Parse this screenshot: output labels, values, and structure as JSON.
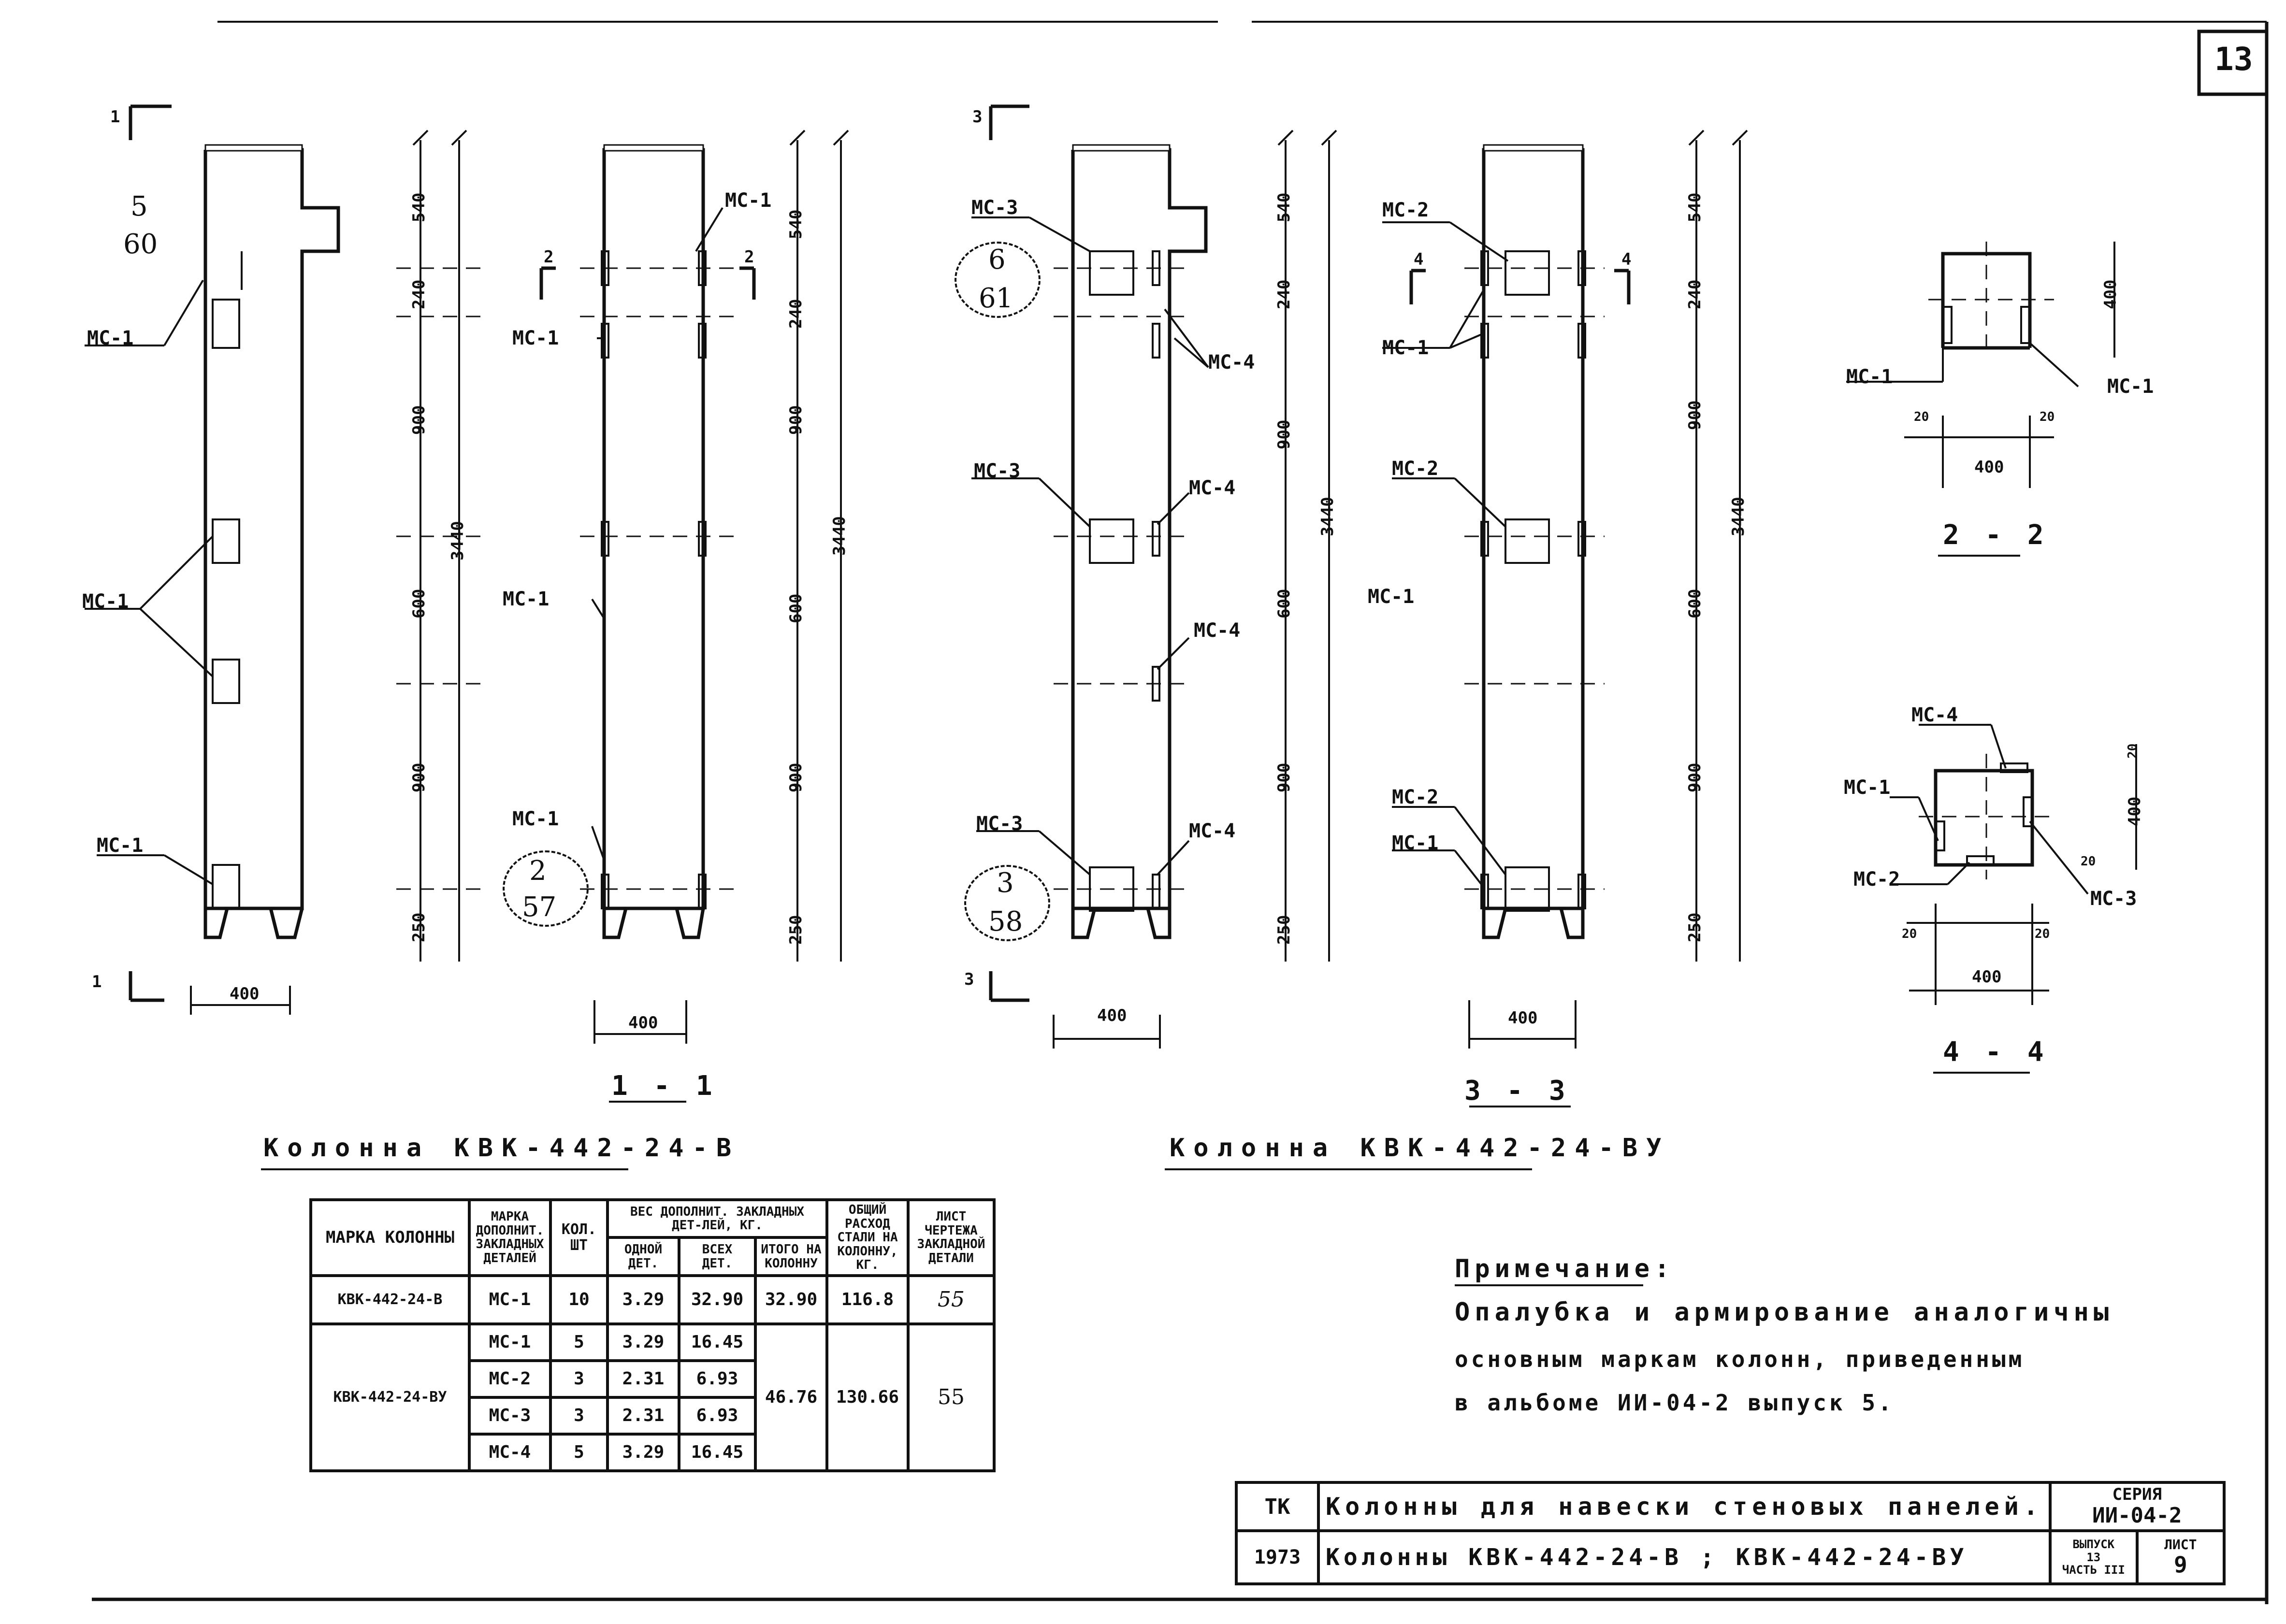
{
  "sheet_number": "13",
  "columns": {
    "left": {
      "title": "Колонна КВК-442-24-В",
      "section_main": "1 - 1",
      "section_mark_start": "1",
      "section_mark_end": "1",
      "node_ref_top_num": "5",
      "node_ref_top_den": "60",
      "node_ref_bottom_num": "2",
      "node_ref_bottom_den": "57",
      "section_arrow": "2",
      "labels": [
        "МС-1",
        "МС-1",
        "МС-1",
        "МС-1",
        "МС-1",
        "МС-1",
        "МС-1"
      ],
      "dims": [
        "540",
        "240",
        "900",
        "600",
        "900",
        "250",
        "3440",
        "400"
      ],
      "dims_section": [
        "540",
        "240",
        "900",
        "600",
        "900",
        "250",
        "3440",
        "400"
      ]
    },
    "right": {
      "title": "Колонна КВК-442-24-ВУ",
      "section_main": "3 - 3",
      "section_mark_start": "3",
      "section_mark_end": "3",
      "node_ref_top_num": "6",
      "node_ref_top_den": "61",
      "node_ref_bottom_num": "3",
      "node_ref_bottom_den": "58",
      "section_arrow": "4",
      "labels": [
        "МС-3",
        "МС-4",
        "МС-3",
        "МС-4",
        "МС-4",
        "МС-3",
        "МС-4",
        "МС-2",
        "МС-1",
        "МС-2",
        "МС-1",
        "МС-2",
        "МС-1"
      ],
      "dims": [
        "540",
        "240",
        "900",
        "600",
        "900",
        "250",
        "3440",
        "400"
      ]
    }
  },
  "section_2_2": {
    "title": "2 - 2",
    "labels": [
      "МС-1",
      "МС-1"
    ],
    "dims": [
      "400",
      "20",
      "20",
      "400"
    ]
  },
  "section_4_4": {
    "title": "4 - 4",
    "labels": [
      "МС-4",
      "МС-1",
      "МС-2",
      "МС-3"
    ],
    "dims": [
      "20",
      "400",
      "20",
      "20",
      "20",
      "400"
    ]
  },
  "spec_table": {
    "headers": {
      "mark": "МАРКА КОЛОННЫ",
      "embedded_mark": "МАРКА ДОПОЛНИТ. ЗАКЛАДНЫХ ДЕТАЛЕЙ",
      "qty": "КОЛ. ШТ",
      "weight_group": "ВЕС ДОПОЛНИТ. ЗАКЛАДНЫХ ДЕТ-ЛЕЙ, КГ.",
      "one": "ОДНОЙ ДЕТ.",
      "all": "ВСЕХ ДЕТ.",
      "total_col": "ИТОГО НА КОЛОННУ",
      "steel": "ОБЩИЙ РАСХОД СТАЛИ НА КОЛОННУ, КГ.",
      "sheet": "ЛИСТ ЧЕРТЕЖА ЗАКЛАДНОЙ ДЕТАЛИ"
    },
    "rows": [
      {
        "mark": "КВК-442-24-В",
        "part": "МС-1",
        "qty": "10",
        "one": "3.29",
        "all": "32.90",
        "total": "32.90",
        "steel": "116.8",
        "sheet": "55"
      },
      {
        "mark": "КВК-442-24-ВУ",
        "part": "МС-1",
        "qty": "5",
        "one": "3.29",
        "all": "16.45",
        "total": "46.76",
        "steel": "130.66",
        "sheet": "55"
      },
      {
        "part": "МС-2",
        "qty": "3",
        "one": "2.31",
        "all": "6.93"
      },
      {
        "part": "МС-3",
        "qty": "3",
        "one": "2.31",
        "all": "6.93"
      },
      {
        "part": "МС-4",
        "qty": "5",
        "one": "3.29",
        "all": "16.45"
      }
    ]
  },
  "note": {
    "title": "Примечание:",
    "lines": [
      "Опалубка и армирование аналогичны",
      "основным маркам колонн, приведенным",
      "в альбоме ИИ-04-2 выпуск 5."
    ]
  },
  "stamp": {
    "tk": "ТК",
    "year": "1973",
    "title_1": "Колонны для навески стеновых панелей.",
    "title_2": "Колонны КВК-442-24-В ; КВК-442-24-ВУ",
    "series_label": "СЕРИЯ",
    "series_value": "ИИ-04-2",
    "issue_label": "ВЫПУСК",
    "issue_value": "13",
    "part_label": "ЧАСТЬ",
    "part_value": "III",
    "sheet_label": "ЛИСТ",
    "sheet_value": "9"
  }
}
